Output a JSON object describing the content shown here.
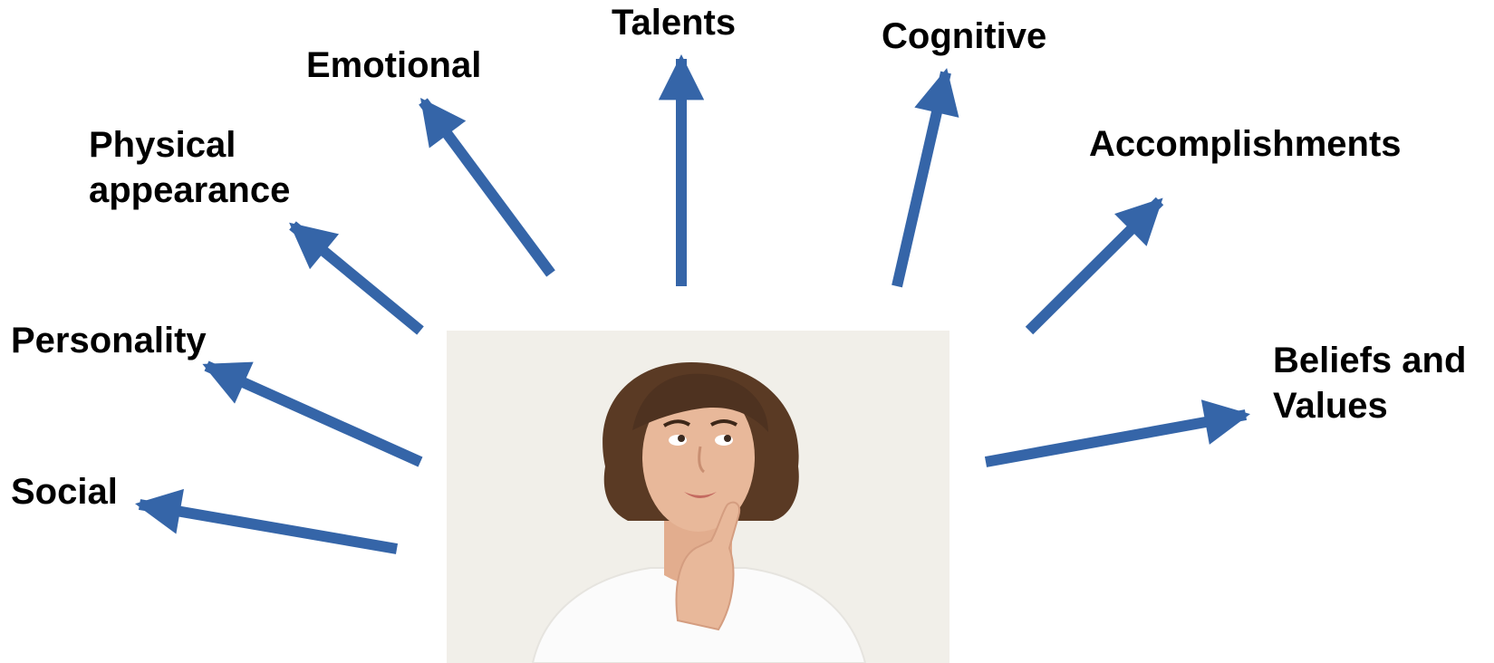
{
  "colors": {
    "arrow": "#3565a8",
    "text": "#000000",
    "photo_background": "#f1efe9",
    "hair": "#5a3a24",
    "skin": "#e8b89a",
    "shirt": "#fbfbfb"
  },
  "labels": {
    "talents": "Talents",
    "cognitive": "Cognitive",
    "emotional": "Emotional",
    "physical_line1": "Physical",
    "physical_line2": "appearance",
    "accomplishments": "Accomplishments",
    "personality": "Personality",
    "beliefs_line1": "Beliefs and",
    "beliefs_line2": "Values",
    "social": "Social"
  },
  "center_image": {
    "icon": "thinking-woman-photo"
  }
}
